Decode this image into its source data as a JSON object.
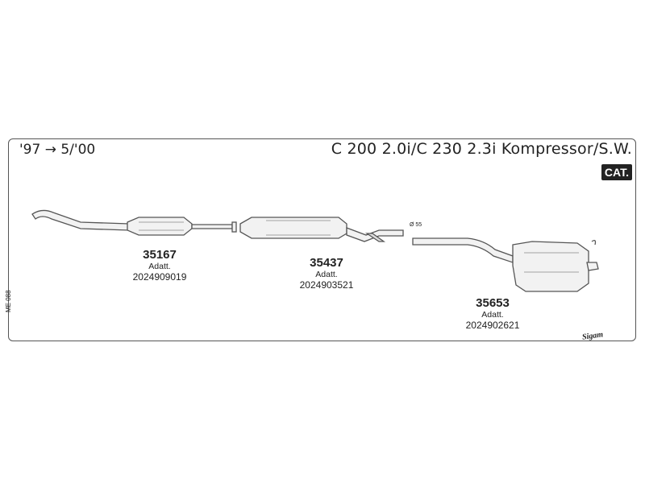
{
  "header": {
    "years": "'97 → 5/'00",
    "title": "C 200 2.0i/C 230 2.3i Kompressor/S.W.",
    "badge": "CAT."
  },
  "parts": [
    {
      "number": "35167",
      "label": "Adatt.",
      "code": "2024909019"
    },
    {
      "number": "35437",
      "label": "Adatt.",
      "code": "2024903521"
    },
    {
      "number": "35653",
      "label": "Adatt.",
      "code": "2024902621"
    }
  ],
  "annotations": {
    "diameter": "Ø 55",
    "reference": "ME 088",
    "logo": "Sigam"
  }
}
